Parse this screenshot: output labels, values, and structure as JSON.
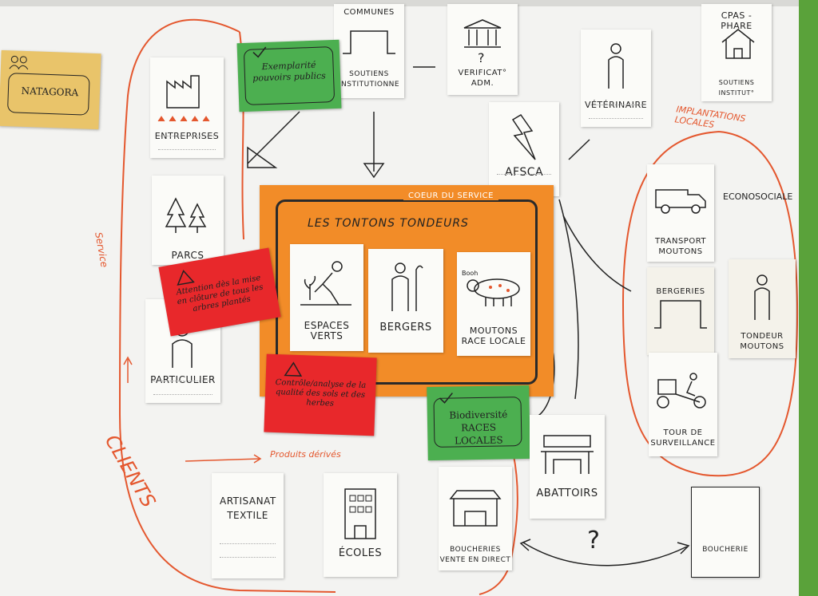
{
  "board": {
    "core": {
      "tag": "COEUR DU SERVICE",
      "title": "LES TONTONS TONDEURS"
    },
    "cards": {
      "natagora": "NATAGORA",
      "entreprises": "ENTREPRISES",
      "parcs": "PARCS",
      "particulier": "PARTICULIER",
      "soutiens_inst": "SOUTIENS INSTITUTIONNE",
      "soutiens_inst_top": "COMMUNES",
      "verificat": "VERIFICAT° ADM.",
      "veterinaire": "VÉTÉRINAIRE",
      "cpas": "CPAS - PHARE",
      "cpas_sub": "SOUTIENS INSTITUT°",
      "afsca": "AFSCA",
      "espaces_verts": "ESPACES VERTS",
      "bergers": "BERGERS",
      "moutons": "MOUTONS RACE LOCALE",
      "moutons_note": "Booh",
      "transport": "TRANSPORT MOUTONS",
      "bergeries": "BERGERIES",
      "tondeur": "TONDEUR MOUTONS",
      "tour": "TOUR DE SURVEILLANCE",
      "abattoirs": "ABATTOIRS",
      "artisanat": "ARTISANAT TEXTILE",
      "ecoles": "ÉCOLES",
      "boucheries": "BOUCHERIES VENTE EN DIRECT",
      "boucherie": "BOUCHERIE"
    },
    "stickies": {
      "exemplarite": "Exemplarité pouvoirs publics",
      "attention1": "Attention dès la mise en clôture de tous les arbres plantés",
      "attention2": "Contrôle/analyse de la qualité des sols et des herbes",
      "biodiversite": "Biodiversité RACES LOCALES"
    },
    "handwriting": {
      "service": "Service",
      "clients": "CLIENTS",
      "produits": "Produits dérivés",
      "implantations": "IMPLANTATIONS LOCALES",
      "econo": "ECONOSOCIALE",
      "question": "?"
    },
    "colors": {
      "orange": "#f28c28",
      "red": "#e8282b",
      "green": "#4caf50",
      "yellow": "#e9c46a",
      "marker": "#e4572e",
      "edge": "#5aa23a"
    }
  }
}
